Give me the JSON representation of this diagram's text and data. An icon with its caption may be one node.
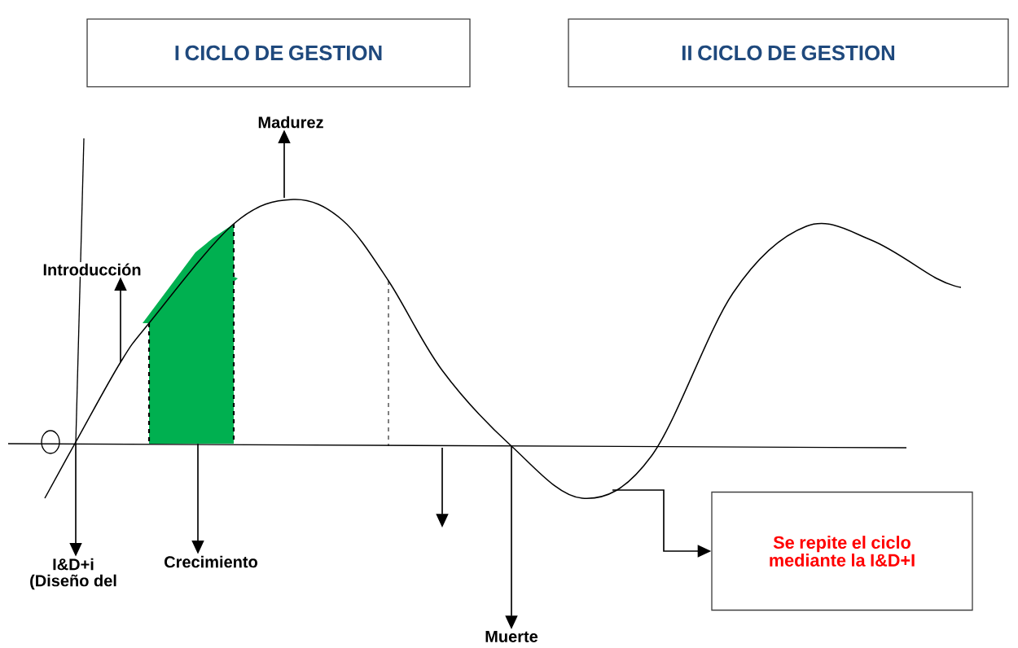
{
  "diagram": {
    "nodes": [
      {
        "text": [
          "I CICLO DE GESTION"
        ]
      },
      {
        "text": [
          "II CICLO DE GESTION"
        ]
      },
      {
        "text": [
          "Madurez"
        ]
      },
      {
        "text": [
          "Introducción"
        ]
      },
      {
        "text": [
          "I&D+i (Diseño del"
        ]
      },
      {
        "text": [
          "Crecimiento"
        ]
      },
      {
        "text": [
          "Muerte"
        ]
      },
      {
        "text": [
          "Se repite el ciclo mediante la I&D+I"
        ]
      },
      {
        "text": [],
        "shape": "box"
      }
    ],
    "edges": [
      {
        "from": null,
        "to": 4,
        "arrow": "to"
      },
      {
        "from": null,
        "to": 3,
        "arrow": "to"
      },
      {
        "from": 8,
        "to": 5,
        "arrow": "to"
      },
      {
        "from": null,
        "to": 2,
        "arrow": "to"
      },
      {
        "from": null,
        "to": 6,
        "arrow": "to"
      },
      {
        "from": null,
        "to": 7,
        "arrow": "to"
      }
    ]
  }
}
